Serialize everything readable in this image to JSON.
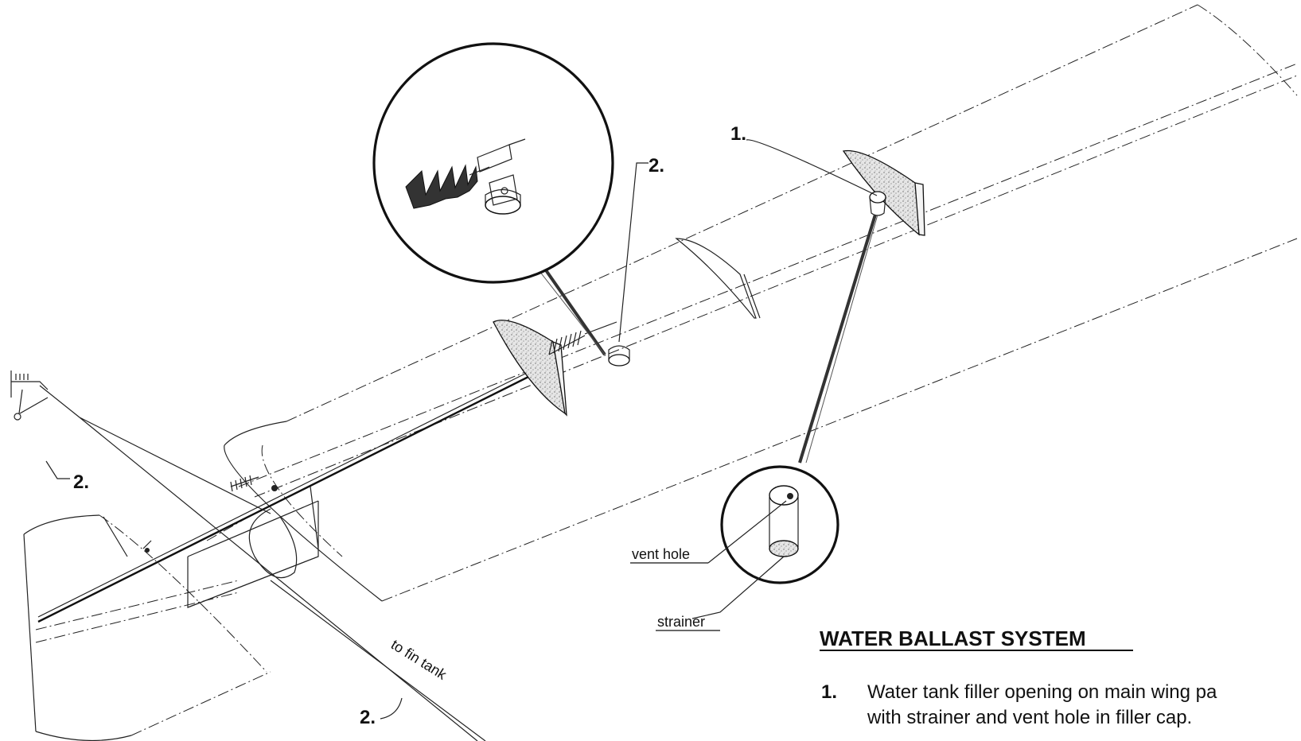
{
  "callouts": {
    "c1_top": "1.",
    "c2_top": "2.",
    "c2_left": "2.",
    "c2_bottom": "2."
  },
  "labels": {
    "vent_hole": "vent hole",
    "strainer": "strainer",
    "to_fin_tank": "to fin tank"
  },
  "legend": {
    "title": "WATER BALLAST SYSTEM",
    "items": [
      {
        "number": "1.",
        "line1": "Water tank filler opening on main wing pa",
        "line2": "with strainer and vent hole in filler cap."
      }
    ]
  }
}
